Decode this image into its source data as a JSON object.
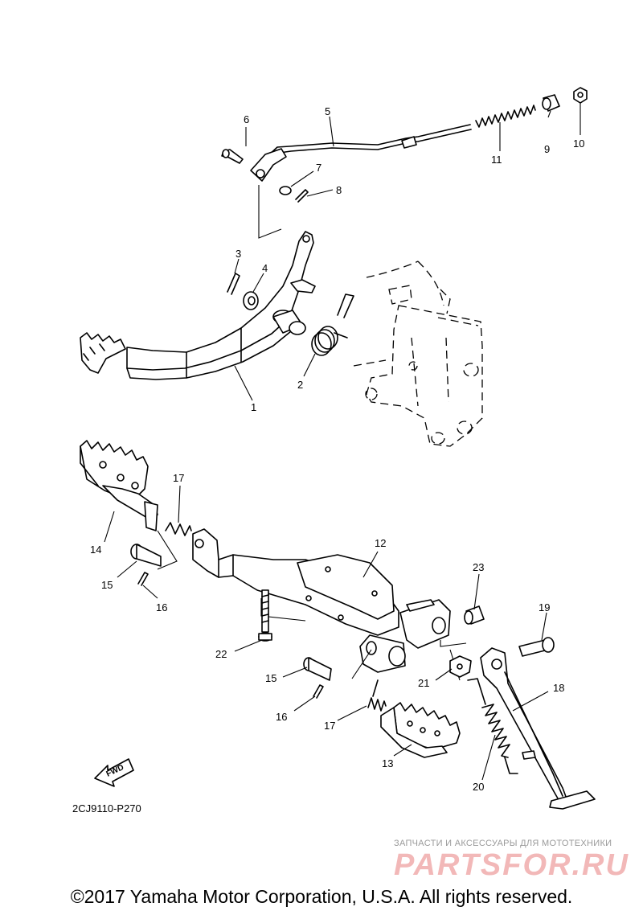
{
  "diagram": {
    "code": "2CJ9110-P270",
    "fwd_label": "FWD",
    "callouts": [
      "1",
      "2",
      "3",
      "4",
      "5",
      "6",
      "7",
      "8",
      "9",
      "10",
      "11",
      "12",
      "13",
      "14",
      "15",
      "15",
      "16",
      "16",
      "17",
      "17",
      "18",
      "19",
      "20",
      "21",
      "22",
      "23"
    ]
  },
  "watermark": {
    "tagline": "ЗАПЧАСТИ И АКСЕССУАРЫ ДЛЯ МОТОТЕХНИКИ",
    "logo": "PARTSFOR.RU"
  },
  "footer": {
    "copyright": "©2017 Yamaha Motor Corporation, U.S.A. All rights reserved."
  }
}
